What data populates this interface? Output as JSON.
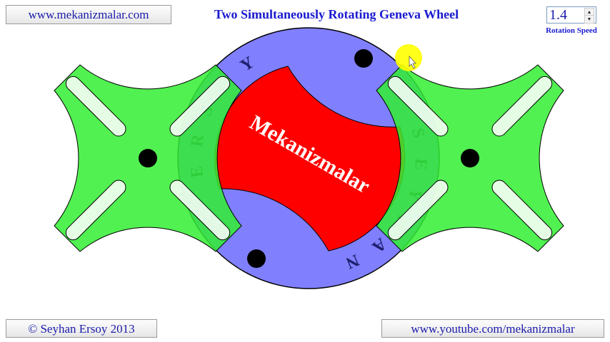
{
  "header": {
    "website_link": "www.mekanizmalar.com",
    "title": "Two Simultaneously Rotating Geneva Wheel",
    "rotation_speed": {
      "value": "1.4",
      "label": "Rotation Speed"
    }
  },
  "mechanism": {
    "center_label": "Mekanizmalar",
    "ring_letters_left": [
      "E",
      "R",
      "S",
      "O",
      "Y"
    ],
    "ring_letters_right": [
      "S",
      "E",
      "Y",
      "H",
      "A",
      "N"
    ],
    "colors": {
      "driver": "#8080ff",
      "locking_disk": "#ff0000",
      "geneva": "#44ee44",
      "pin": "#000000"
    }
  },
  "footer": {
    "copyright": "© Seyhan Ersoy 2013",
    "youtube_link": "www.youtube.com/mekanizmalar"
  }
}
